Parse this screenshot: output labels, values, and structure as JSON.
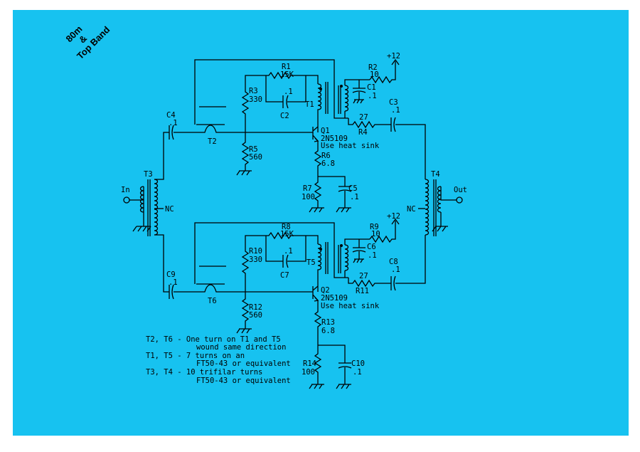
{
  "title": {
    "line1": "80m",
    "line2": "&",
    "line3": "Top Band"
  },
  "io": {
    "input": "In",
    "output": "Out"
  },
  "supply": {
    "label": "+12"
  },
  "nc": "NC",
  "parts": {
    "R1": {
      "ref": "R1",
      "value": "15K"
    },
    "R2": {
      "ref": "R2",
      "value": "10"
    },
    "R3": {
      "ref": "R3",
      "value": "330"
    },
    "R4": {
      "ref": "R4",
      "value": "27"
    },
    "R5": {
      "ref": "R5",
      "value": "560"
    },
    "R6": {
      "ref": "R6",
      "value": "6.8"
    },
    "R7": {
      "ref": "R7",
      "value": "100"
    },
    "R8": {
      "ref": "R8",
      "value": "15K"
    },
    "R9": {
      "ref": "R9",
      "value": "10"
    },
    "R10": {
      "ref": "R10",
      "value": "330"
    },
    "R11": {
      "ref": "R11",
      "value": "27"
    },
    "R12": {
      "ref": "R12",
      "value": "560"
    },
    "R13": {
      "ref": "R13",
      "value": "6.8"
    },
    "R14": {
      "ref": "R14",
      "value": "100"
    },
    "C1": {
      "ref": "C1",
      "value": ".1"
    },
    "C2": {
      "ref": "C2",
      "value": ".1"
    },
    "C3": {
      "ref": "C3",
      "value": ".1"
    },
    "C4": {
      "ref": "C4",
      "value": ".1"
    },
    "C5": {
      "ref": "C5",
      "value": ".1"
    },
    "C6": {
      "ref": "C6",
      "value": ".1"
    },
    "C7": {
      "ref": "C7",
      "value": ".1"
    },
    "C8": {
      "ref": "C8",
      "value": ".1"
    },
    "C9": {
      "ref": "C9",
      "value": ".1"
    },
    "C10": {
      "ref": "C10",
      "value": ".1"
    },
    "T1": "T1",
    "T2": "T2",
    "T3": "T3",
    "T4": "T4",
    "T5": "T5",
    "T6": "T6",
    "Q1": {
      "ref": "Q1",
      "type": "2N5109",
      "note": "Use heat sink"
    },
    "Q2": {
      "ref": "Q2",
      "type": "2N5109",
      "note": "Use heat sink"
    }
  },
  "notes": [
    "T2, T6 - One turn on T1 and T5",
    "wound same direction",
    "T1, T5 - 7 turns on an",
    "FT50-43 or equivalent",
    "T3, T4 - 10 trifilar turns",
    "FT50-43 or equivalent"
  ]
}
